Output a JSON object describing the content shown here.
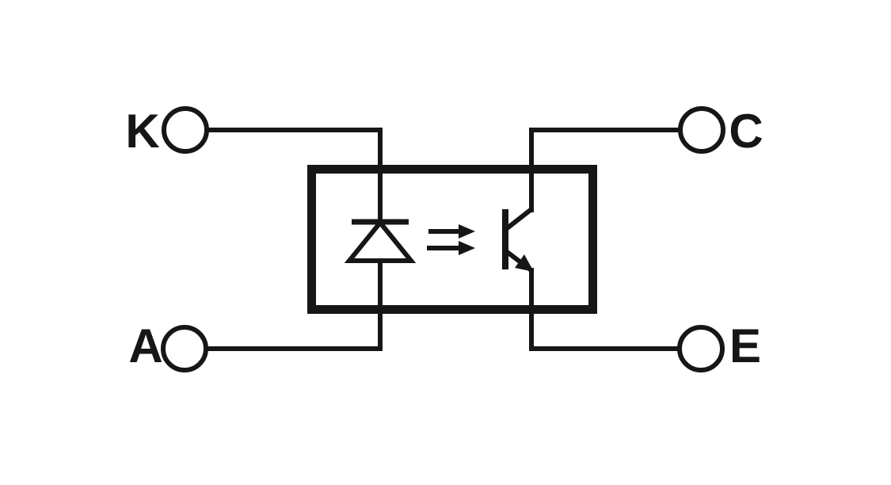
{
  "diagram": {
    "type": "schematic",
    "subject": "optocoupler",
    "colors": {
      "line": "#161616",
      "background": "#ffffff"
    },
    "terminals": [
      {
        "id": "K",
        "label": "K",
        "role": "cathode",
        "position": "top-left"
      },
      {
        "id": "A",
        "label": "A",
        "role": "anode",
        "position": "bottom-left"
      },
      {
        "id": "C",
        "label": "C",
        "role": "collector",
        "position": "top-right"
      },
      {
        "id": "E",
        "label": "E",
        "role": "emitter",
        "position": "bottom-right"
      }
    ],
    "components": [
      {
        "icon": "led-icon"
      },
      {
        "icon": "light-emission-arrows-icon"
      },
      {
        "icon": "npn-phototransistor-icon"
      },
      {
        "icon": "package-outline-box"
      }
    ]
  }
}
